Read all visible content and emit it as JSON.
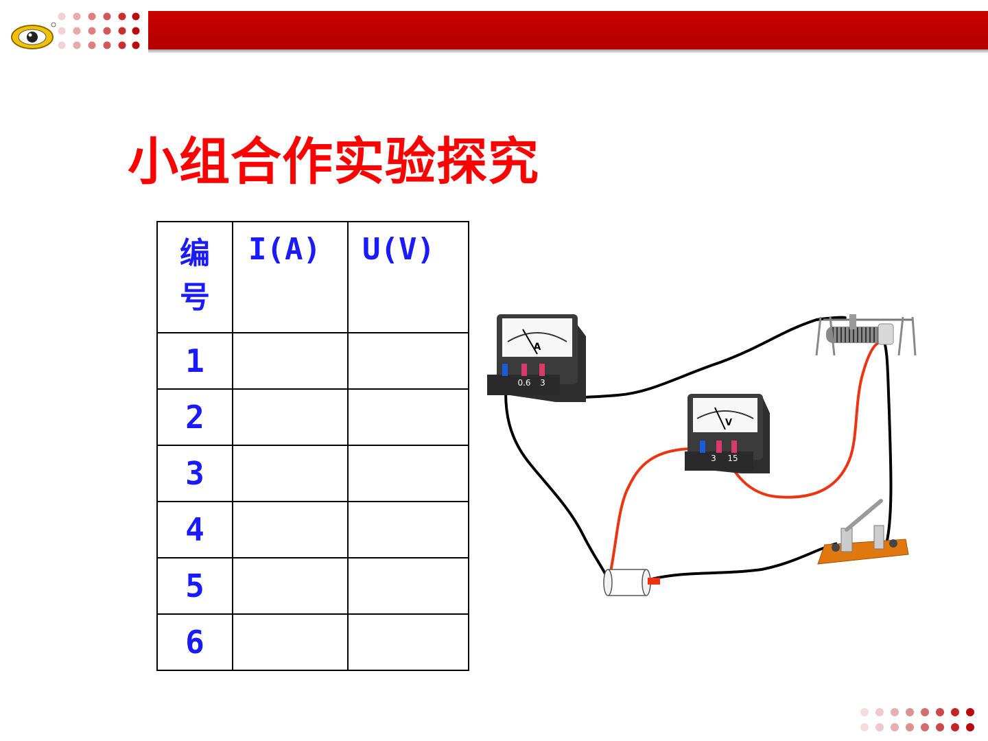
{
  "title": "小组合作实验探究",
  "table": {
    "headers": [
      "编号",
      "I(A)",
      "U(V)"
    ],
    "rows": [
      [
        "1",
        "",
        ""
      ],
      [
        "2",
        "",
        ""
      ],
      [
        "3",
        "",
        ""
      ],
      [
        "4",
        "",
        ""
      ],
      [
        "5",
        "",
        ""
      ],
      [
        "6",
        "",
        ""
      ]
    ]
  },
  "circuit": {
    "ammeter_letter": "A",
    "ammeter_terminals": [
      "0.6",
      "3"
    ],
    "voltmeter_letter": "V",
    "voltmeter_terminals": [
      "3",
      "15"
    ]
  },
  "colors": {
    "header_bar": "#c00000",
    "title": "#ff0000",
    "table_text": "#1a1aff",
    "wire_black": "#000000",
    "wire_red": "#ee3311",
    "switch_base": "#e07810"
  }
}
